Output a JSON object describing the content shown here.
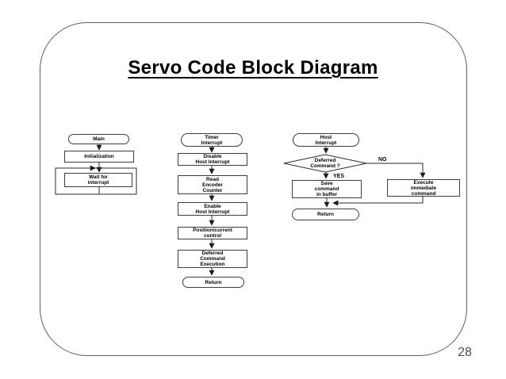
{
  "slide": {
    "title": "Servo Code Block Diagram",
    "page_number": "28"
  },
  "diagram": {
    "type": "flowchart",
    "flows": [
      "main-loop",
      "timer-interrupt-service",
      "host-interrupt-service"
    ],
    "nodes": {
      "main": {
        "label": "Main",
        "type": "terminal"
      },
      "initialization": {
        "label": "Initialization",
        "type": "process"
      },
      "wait_for_interrupt": {
        "label": "Wait for\ninterrupt",
        "type": "process"
      },
      "timer_interrupt": {
        "label": "Timer\nInterrupt",
        "type": "terminal"
      },
      "disable_host_interrupt": {
        "label": "Disable\nHost Interrupt",
        "type": "process"
      },
      "read_encoder_counter": {
        "label": "Read\nEncoder\nCounter",
        "type": "process"
      },
      "enable_host_interrupt": {
        "label": "Enable\nHost Interrupt",
        "type": "process"
      },
      "position_current_control": {
        "label": "Position/current\ncontrol",
        "type": "process"
      },
      "deferred_command_execution": {
        "label": "Deferred\nCommand\nExecution",
        "type": "process"
      },
      "timer_return": {
        "label": "Return",
        "type": "terminal"
      },
      "host_interrupt": {
        "label": "Host\nInterrupt",
        "type": "terminal"
      },
      "deferred_command_decision": {
        "label": "Deferred\nCommand ?",
        "type": "decision"
      },
      "save_command_in_buffer": {
        "label": "Save\ncommand\nin buffer",
        "type": "process"
      },
      "execute_immediate_command": {
        "label": "Execute\nimmediate\ncommand",
        "type": "process"
      },
      "host_return": {
        "label": "Return",
        "type": "terminal"
      }
    },
    "edge_labels": {
      "yes": "YES",
      "no": "NO"
    },
    "colors": {
      "background": "#ffffff",
      "node_fill": "#ffffff",
      "node_border": "#3d3d3d",
      "connector": "#2a2a2a",
      "text": "#000000",
      "frame_border": "#5e5e5e",
      "page_number": "#4d4d4d"
    }
  }
}
